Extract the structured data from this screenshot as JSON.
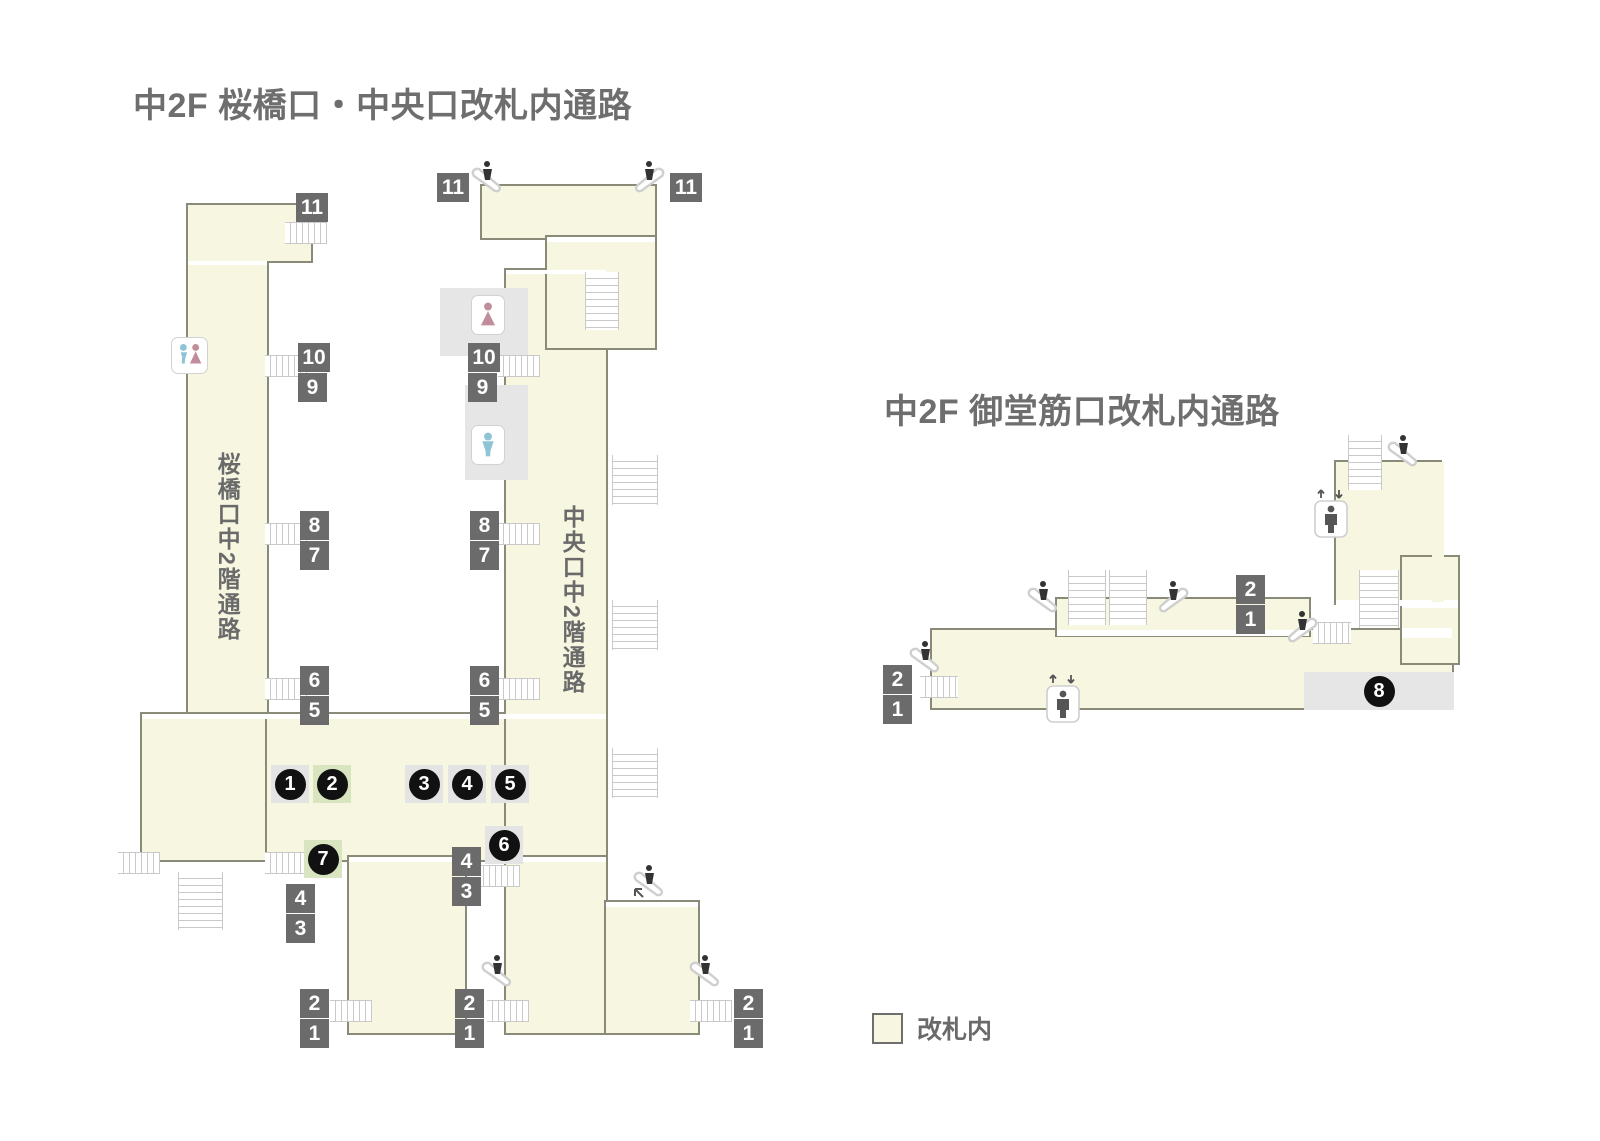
{
  "titles": {
    "left": "中2F 桜橋口・中央口改札内通路",
    "right": "中2F 御堂筋口改札内通路"
  },
  "corridor_labels": {
    "sakurabashi": "桜橋口中2階通路",
    "chuo": "中央口中2階通路"
  },
  "legend": {
    "label": "改札内",
    "swatch_color": "#f6f6e1",
    "swatch_border": "#6e6e6e"
  },
  "colors": {
    "floor_fill": "#f6f6e1",
    "floor_stroke": "#8a8a78",
    "badge_bg": "#6b6b6b",
    "marker_bg": "#111111",
    "marker_box_bg": "#e4e4e4",
    "marker_box_green": "#d8e5c0",
    "gray_block": "#e6e6e6",
    "title_color": "#6e6e6e",
    "wc_male": "#8fc3d6",
    "wc_female": "#c08d9a",
    "elevator_figure": "#555555"
  },
  "left_map": {
    "platform_badges": [
      {
        "id": "left-11",
        "label": "11"
      },
      {
        "id": "top-left-11",
        "label": "11"
      },
      {
        "id": "top-right-11",
        "label": "11"
      },
      {
        "id": "west-10",
        "label": "10"
      },
      {
        "id": "west-9",
        "label": "9"
      },
      {
        "id": "center-10",
        "label": "10"
      },
      {
        "id": "center-9",
        "label": "9"
      },
      {
        "id": "west-8",
        "label": "8"
      },
      {
        "id": "west-7",
        "label": "7"
      },
      {
        "id": "center-8",
        "label": "8"
      },
      {
        "id": "center-7",
        "label": "7"
      },
      {
        "id": "west-6",
        "label": "6"
      },
      {
        "id": "west-5",
        "label": "5"
      },
      {
        "id": "center-6",
        "label": "6"
      },
      {
        "id": "center-5",
        "label": "5"
      },
      {
        "id": "west-4",
        "label": "4"
      },
      {
        "id": "west-3",
        "label": "3"
      },
      {
        "id": "center-4",
        "label": "4"
      },
      {
        "id": "center-3",
        "label": "3"
      },
      {
        "id": "southwest-2",
        "label": "2"
      },
      {
        "id": "southwest-1",
        "label": "1"
      },
      {
        "id": "southmid-2",
        "label": "2"
      },
      {
        "id": "southmid-1",
        "label": "1"
      },
      {
        "id": "southeast-2",
        "label": "2"
      },
      {
        "id": "southeast-1",
        "label": "1"
      }
    ],
    "markers": [
      {
        "id": "m1",
        "label": "1",
        "style": "gray"
      },
      {
        "id": "m2",
        "label": "2",
        "style": "green"
      },
      {
        "id": "m3",
        "label": "3",
        "style": "gray"
      },
      {
        "id": "m4",
        "label": "4",
        "style": "gray"
      },
      {
        "id": "m5",
        "label": "5",
        "style": "gray"
      },
      {
        "id": "m6",
        "label": "6",
        "style": "gray"
      },
      {
        "id": "m7",
        "label": "7",
        "style": "green"
      }
    ],
    "facilities": [
      {
        "id": "wc-both-west",
        "type": "restroom-multi"
      },
      {
        "id": "wc-female-center",
        "type": "restroom-female"
      },
      {
        "id": "wc-male-center",
        "type": "restroom-male"
      }
    ]
  },
  "right_map": {
    "platform_badges": [
      {
        "id": "r-west-2",
        "label": "2"
      },
      {
        "id": "r-west-1",
        "label": "1"
      },
      {
        "id": "r-east-2",
        "label": "2"
      },
      {
        "id": "r-east-1",
        "label": "1"
      }
    ],
    "markers": [
      {
        "id": "m8",
        "label": "8",
        "style": "gray"
      }
    ],
    "facilities": [
      {
        "id": "elevator-south",
        "type": "elevator"
      },
      {
        "id": "elevator-north",
        "type": "elevator"
      }
    ]
  }
}
